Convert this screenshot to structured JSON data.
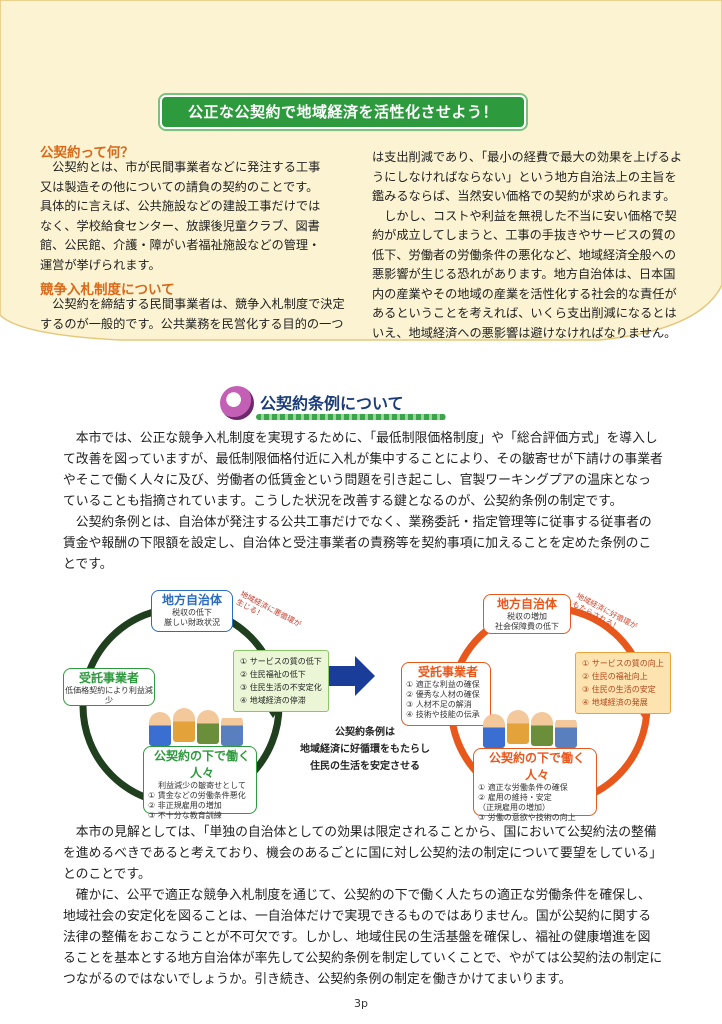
{
  "banner": {
    "title": "公正な公契約で地域経済を活性化させよう！"
  },
  "section1": {
    "heading1": "公契約って何？",
    "para1_lines": [
      "　公契約とは、市が民間事業者などに発注する工事",
      "又は製造その他についての請負の契約のことです。",
      "具体的に言えば、公共施設などの建設工事だけでは",
      "なく、学校給食センター、放課後児童クラブ、図書",
      "館、公民館、介護・障がい者福祉施設などの管理・",
      "運営が挙げられます。"
    ],
    "heading2": "競争入札制度について",
    "para2_lines": [
      "　公契約を締結する民間事業者は、競争入札制度で決定",
      "するのが一般的です。公共業務を民営化する目的の一つ"
    ],
    "right_lines": [
      "は支出削減であり、「最小の経費で最大の効果を上げるよ",
      "うにしなければならない」という地方自治法上の主旨を",
      "鑑みるならば、当然安い価格での契約が求められます。",
      "　しかし、コストや利益を無視した不当に安い価格で契",
      "約が成立してしまうと、工事の手抜きやサービスの質の",
      "低下、労働者の労働条件の悪化など、地域経済全般への",
      "悪影響が生じる恐れがあります。地方自治体は、日本国",
      "内の産業やその地域の産業を活性化する社会的な責任が",
      "あるということを考えれば、いくら支出削減になるとは",
      "いえ、地域経済への悪影響は避けなければなりません。"
    ]
  },
  "section2": {
    "heading": "公契約条例について",
    "para1": "本市では、公正な競争入札制度を実現するために、「最低制限価格制度」や「総合評価方式」を導入して改善を図っていますが、最低制限価格付近に入札が集中することにより、その皺寄せが下請けの事業者やそこで働く人々に及び、労働者の低賃金という問題を引き起こし、官製ワーキングプアの温床となっていることも指摘されています。こうした状況を改善する鍵となるのが、公契約条例の制定です。",
    "para2": "公契約条例とは、自治体が発注する公共工事だけでなく、業務委託・指定管理等に従事する従事者の賃金や報酬の下限額を設定し、自治体と受注事業者の責務等を契約事項に加えることを定めた条例のことです。"
  },
  "diagram": {
    "left": {
      "gov_title": "地方自治体",
      "gov_sub": [
        "税収の低下",
        "厳しい財政状況"
      ],
      "tilt": [
        "地域経済に悪循環が",
        "生じる！"
      ],
      "biz_title": "受託事業者",
      "biz_sub": "低価格契約により利益減少",
      "effects": [
        "① サービスの質の低下",
        "② 住民福祉の低下",
        "③ 住民生活の不安定化",
        "④ 地域経済の停滞"
      ],
      "workers_title": "公契約の下で働く人々",
      "workers_sub": "利益減少の皺寄せとして",
      "workers_list": [
        "① 賃金などの労働条件悪化",
        "② 非正規雇用の増加",
        "③ 不十分な教育訓練"
      ]
    },
    "center": [
      "公契約条例は",
      "地域経済に好循環をもたらし",
      "住民の生活を安定させる"
    ],
    "right": {
      "gov_title": "地方自治体",
      "gov_sub": [
        "税収の増加",
        "社会保障費の低下"
      ],
      "tilt": [
        "地域経済に好循環が",
        "もたらされる！"
      ],
      "biz_title": "受託事業者",
      "biz_list": [
        "① 適正な利益の確保",
        "② 優秀な人材の確保",
        "③ 人材不足の解消",
        "④ 技術や技能の伝承"
      ],
      "effects": [
        "① サービスの質の向上",
        "② 住民の福祉向上",
        "③ 住民の生活の安定",
        "④ 地域経済の発展"
      ],
      "workers_title": "公契約の下で働く人々",
      "workers_list": [
        "① 適正な労働条件の確保",
        "② 雇用の維持・安定",
        "（正規雇用の増加）",
        "③ 労働の意欲や技術の向上"
      ]
    }
  },
  "section3": {
    "para1": "本市の見解としては、「単独の自治体としての効果は限定されることから、国において公契約法の整備を進めるべきであると考えており、機会のあるごとに国に対し公契約法の制定について要望をしている」とのことです。",
    "para2": "確かに、公平で適正な競争入札制度を通じて、公契約の下で働く人たちの適正な労働条件を確保し、地域社会の安定化を図ることは、一自治体だけで実現できるものではありません。国が公契約に関する法律の整備をおこなうことが不可欠です。しかし、地域住民の生活基盤を確保し、福祉の健康増進を図ることを基本とする地方自治体が率先して公契約条例を制定していくことで、やがては公契約法の制定につながるのではないでしょうか。引き続き、公契約条例の制定を働きかけてまいります。"
  },
  "page_number": "3p",
  "colors": {
    "accent_green": "#2e9a3e",
    "orange": "#d86a1a",
    "cream": "#fbf3d2",
    "navy": "#1a3d7a"
  }
}
